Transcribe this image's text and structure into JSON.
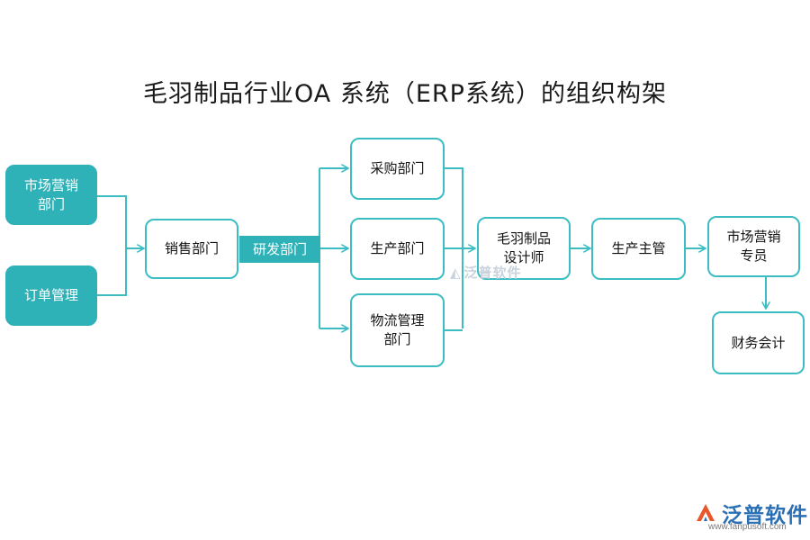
{
  "title": "毛羽制品行业OA 系统（ERP系统）的组织构架",
  "nodes": {
    "marketing_dept": "市场营销\n部门",
    "order_mgmt": "订单管理",
    "sales_dept": "销售部门",
    "rd_dept": "研发部门",
    "purchasing_dept": "采购部门",
    "production_dept": "生产部门",
    "logistics_dept": "物流管理\n部门",
    "designer": "毛羽制品\n设计师",
    "production_supervisor": "生产主管",
    "marketing_specialist": "市场营销\n专员",
    "finance_accountant": "财务会计"
  },
  "colors": {
    "accent": "#3cbdc4",
    "fill": "#2fb1b8",
    "logo": "#2a6fb3"
  },
  "watermark": "泛普软件",
  "logo": {
    "text": "泛普软件",
    "url": "www.fanpusoft.com"
  }
}
